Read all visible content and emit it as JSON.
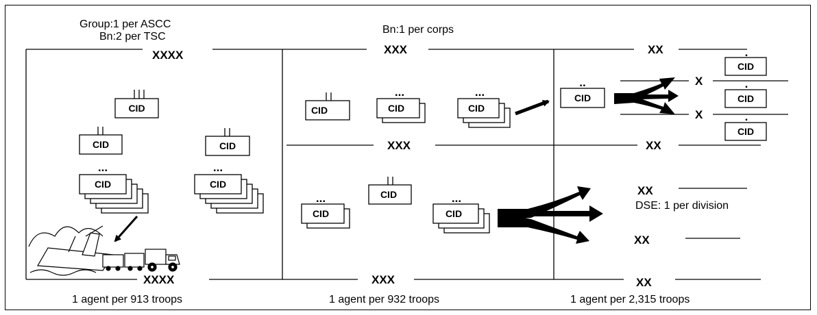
{
  "header": {
    "group_note": "Group:1 per ASCC",
    "bn_tsc_note": "Bn:2 per TSC",
    "bn_corps_note": "Bn:1 per corps"
  },
  "echelons": {
    "army": "XXXX",
    "corps": "XXX",
    "division": "XX",
    "brigade": "X"
  },
  "unit_label": "CID",
  "dse_note": "DSE: 1 per division",
  "footer": {
    "army_ratio": "1 agent per 913 troops",
    "corps_ratio": "1 agent per 932 troops",
    "division_ratio": "1 agent per 2,315 troops"
  },
  "icons": {
    "transport": "ship-and-truck-icon",
    "arrow": "arrow-icon"
  }
}
